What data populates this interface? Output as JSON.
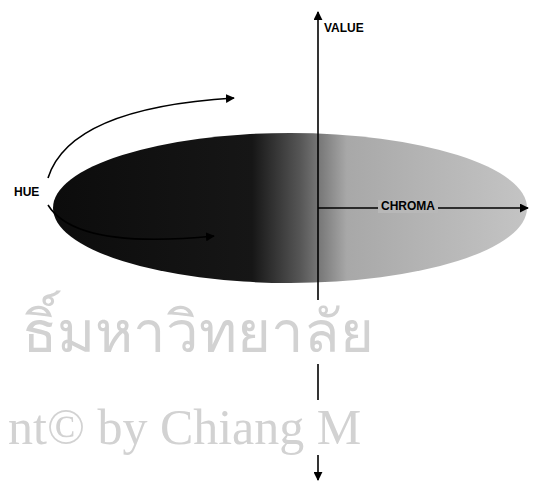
{
  "diagram": {
    "labels": [
      "VALUE",
      "HUE",
      "CHROMA",
      "ธิ์มหาวิทยาลัย",
      "nt© by Chiang M"
    ]
  }
}
